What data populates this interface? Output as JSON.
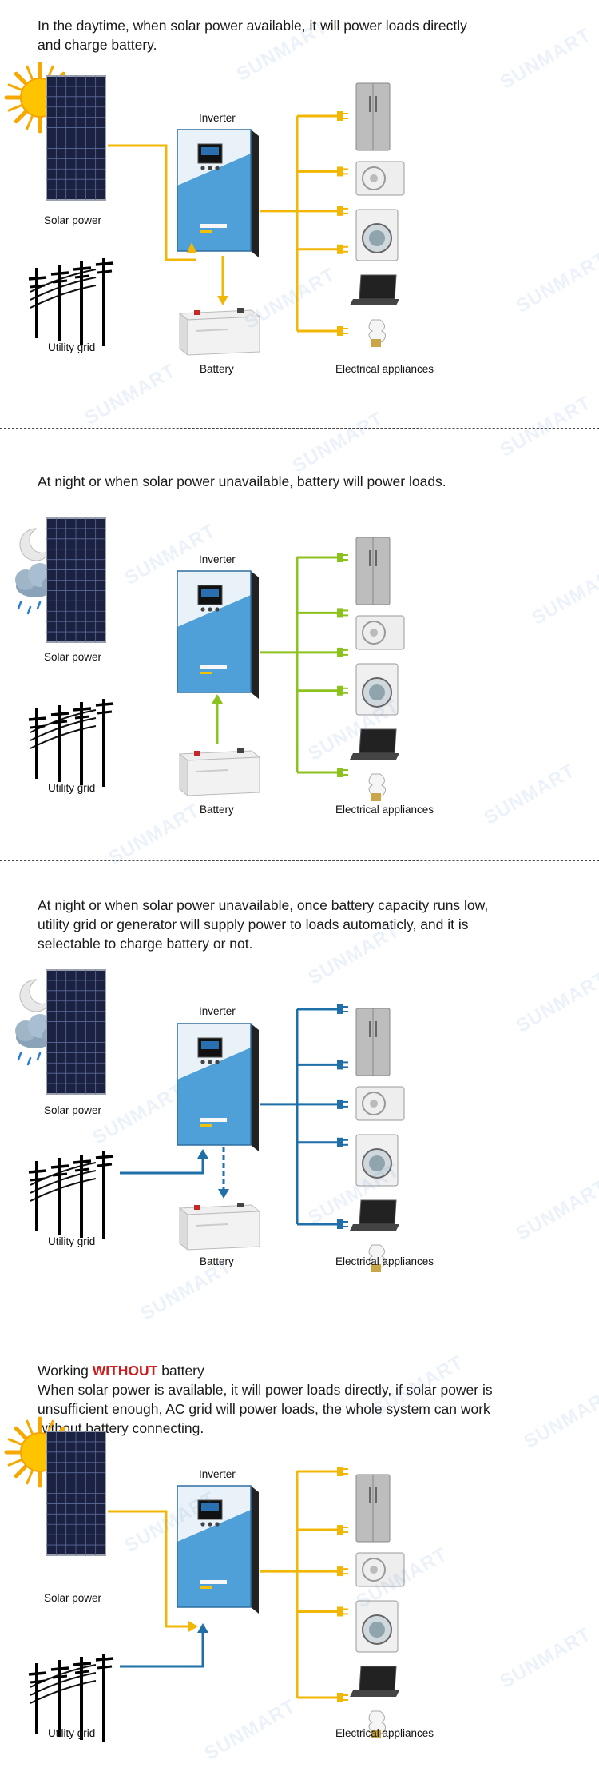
{
  "watermark": "SUNMART",
  "labels": {
    "solar": "Solar power",
    "grid": "Utility grid",
    "inverter": "Inverter",
    "battery": "Battery",
    "appliances": "Electrical appliances"
  },
  "scenes": [
    {
      "text_lines": [
        "In the daytime, when solar power available, it will power loads directly",
        "and charge battery."
      ],
      "line_color": "#f2b705"
    },
    {
      "text_lines": [
        "At night or when solar power unavailable, battery will power loads."
      ],
      "line_color": "#8cc21e"
    },
    {
      "text_lines": [
        "At night or when solar power unavailable, once battery capacity runs low,",
        "utility grid or generator will supply power to loads automaticly, and it is",
        "selectable to charge battery or not."
      ],
      "line_color": "#1f6fa8"
    },
    {
      "title_prefix": "Working ",
      "title_emphasis": "WITHOUT",
      "title_suffix": " battery",
      "text_lines": [
        "When solar power is available, it will power loads directly, if solar power is",
        "unsufficient enough, AC grid will power loads, the whole system can work",
        "without battery connecting."
      ],
      "line_color": "#f2b705",
      "grid_line_color": "#1f6fa8"
    }
  ],
  "appliance_icons": [
    "fridge-icon",
    "air-conditioner-icon",
    "washing-machine-icon",
    "laptop-icon",
    "light-bulb-icon"
  ],
  "colors": {
    "solar_flow": "#f2b705",
    "battery_flow": "#8cc21e",
    "grid_flow": "#1f6fa8",
    "emphasis": "#cc1f1f"
  }
}
